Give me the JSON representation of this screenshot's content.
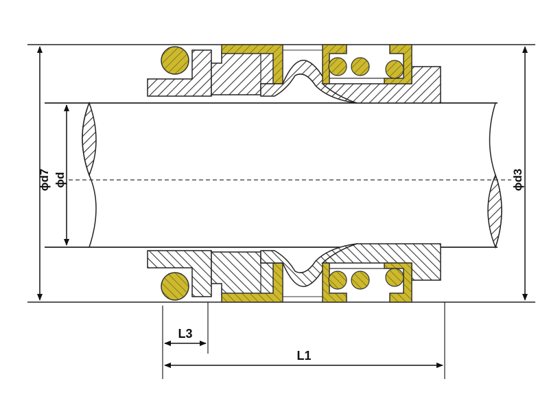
{
  "title": "Mechanical seal cross-section dimensions",
  "colors": {
    "line": "#222222",
    "hatch": "#333333",
    "yellow": "#c9b52a",
    "bg": "#ffffff"
  },
  "labels": {
    "d7": "ϕd7",
    "d": "ϕd",
    "d3": "ϕd3",
    "L3": "L3",
    "L1": "L1"
  }
}
